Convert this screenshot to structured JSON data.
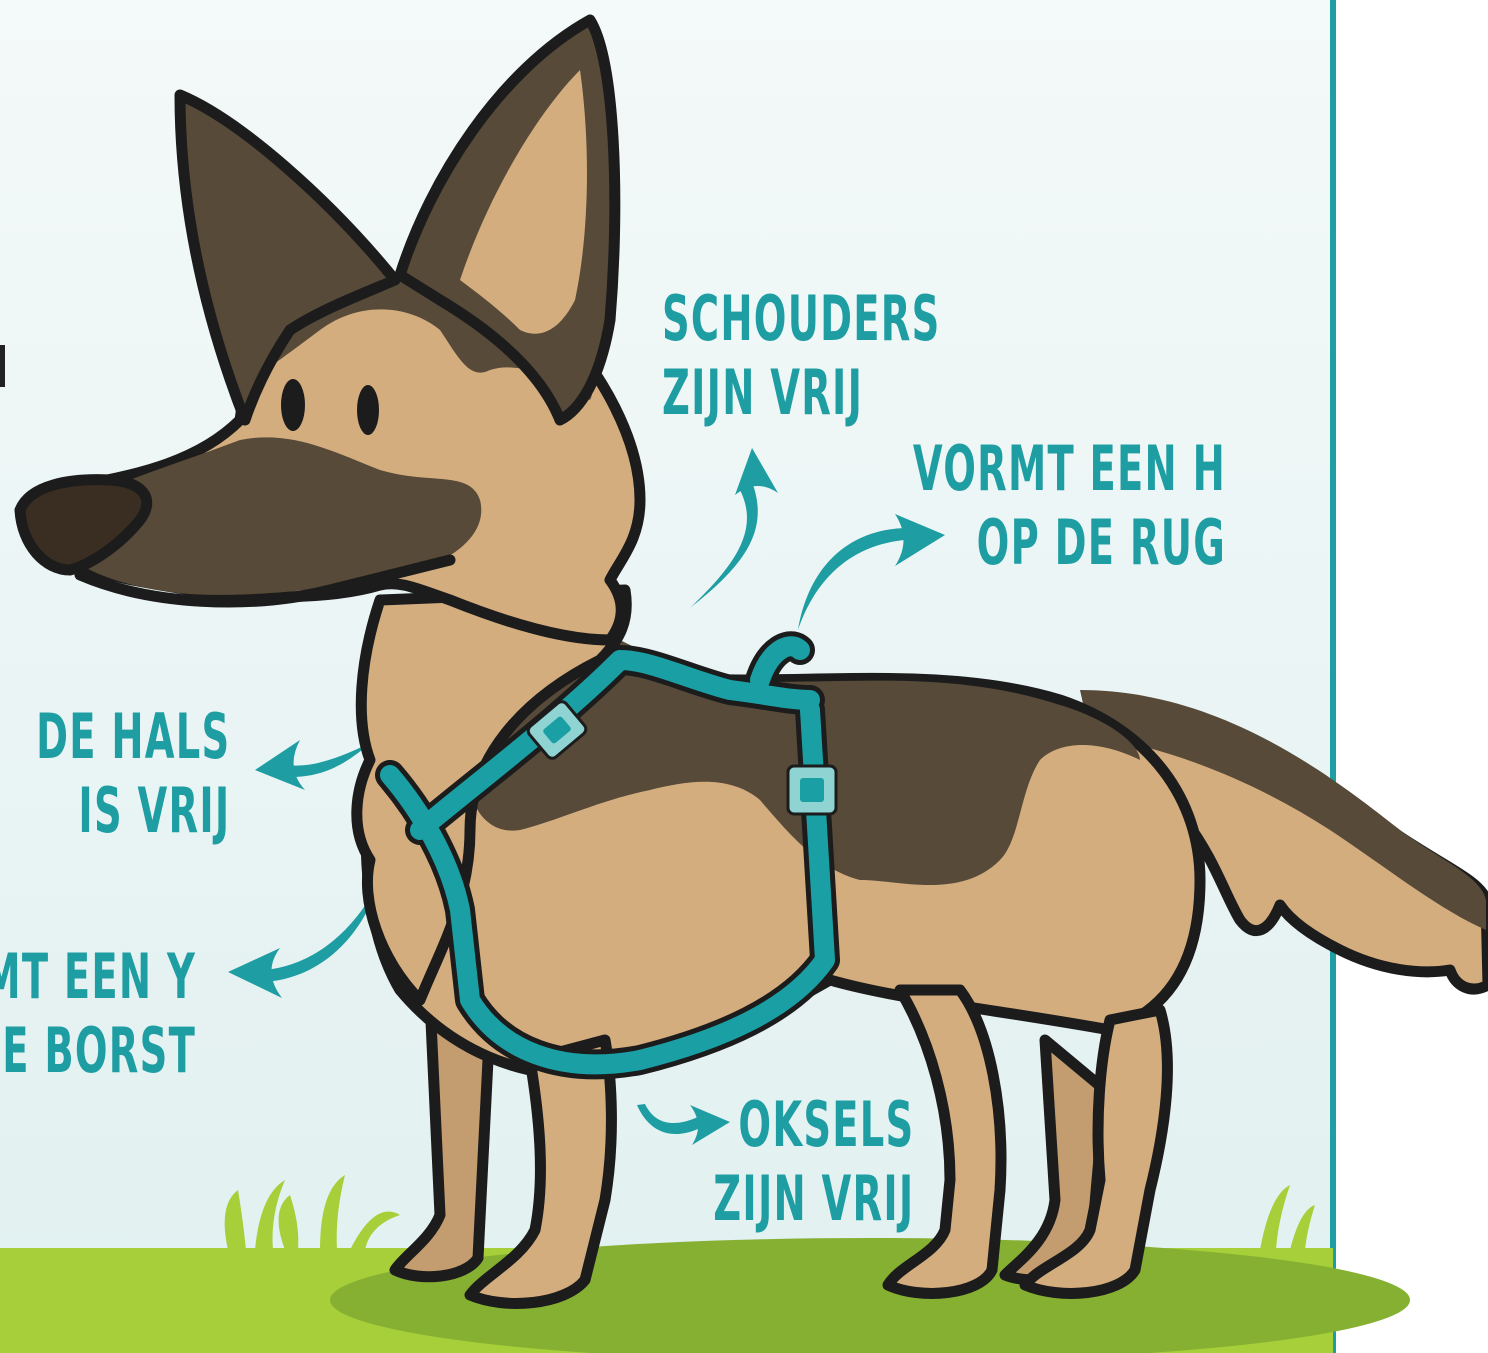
{
  "labels": {
    "shoulders": {
      "line1": "SCHOUDERS",
      "line2": "ZIJN VRIJ"
    },
    "back": {
      "line1": "VORMT EEN H",
      "line2": "OP DE RUG"
    },
    "neck": {
      "line1": "DE HALS",
      "line2": "IS VRIJ"
    },
    "chest": {
      "line1": "MT EEN Y",
      "line2": "PE BORST"
    },
    "armpits": {
      "line1": "OKSELS",
      "line2": "ZIJN VRIJ"
    }
  },
  "colors": {
    "sky": "#e8f3f3",
    "border": "#1e9ea3",
    "accent": "#1e9ea3",
    "harness": "#1aa0a4",
    "buckle": "#8fd4d2",
    "fur_tan": "#d4ad7f",
    "fur_dark": "#574a39",
    "nose": "#3a2e22",
    "outline": "#1c1c1c",
    "grass": "#a6cf3a",
    "grass_dark": "#86b032"
  }
}
